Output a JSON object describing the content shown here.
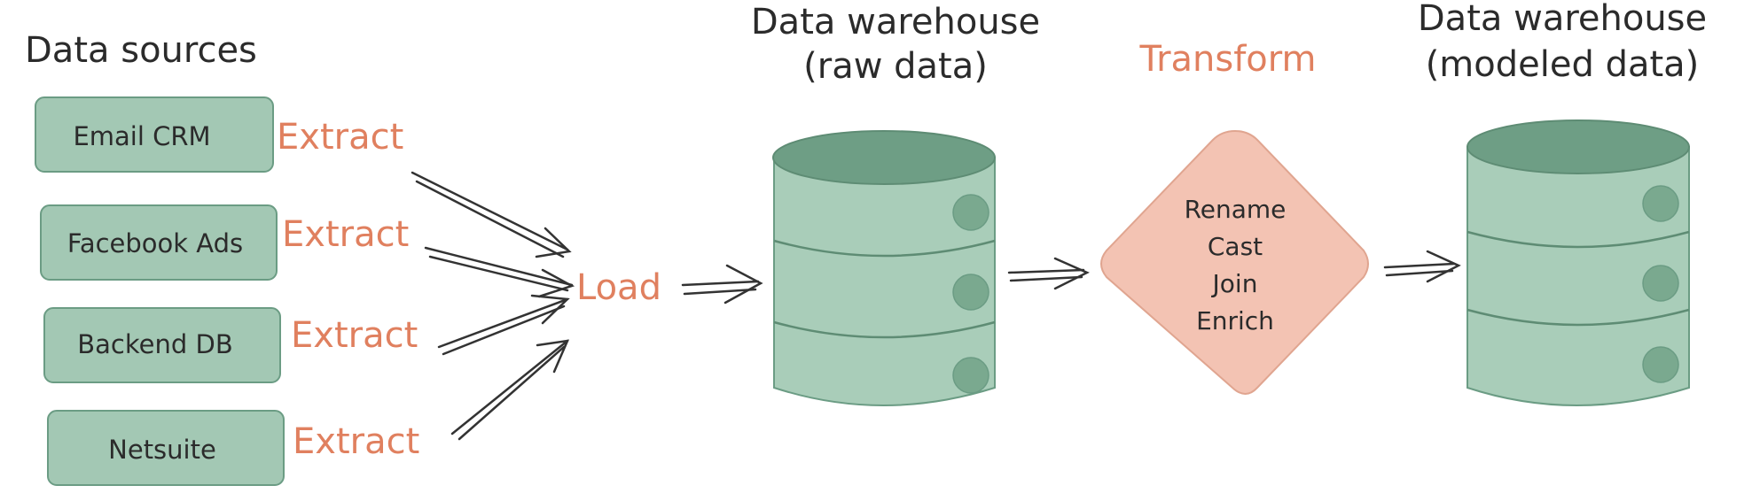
{
  "colors": {
    "box_fill": "#a3c8b4",
    "box_stroke": "#6b9c84",
    "cylinder_body": "#a9cdb9",
    "cylinder_top": "#6e9e85",
    "cylinder_dot": "#7aa98f",
    "accent": "#e0805f",
    "diamond_fill": "#f3c3b3",
    "diamond_stroke": "#e0a590",
    "ink": "#2b2b2b"
  },
  "headings": {
    "sources": "Data sources",
    "raw_line1": "Data warehouse",
    "raw_line2": "(raw data)",
    "modeled_line1": "Data warehouse",
    "modeled_line2": "(modeled data)"
  },
  "sources": [
    {
      "label": "Email CRM",
      "step": "Extract"
    },
    {
      "label": "Facebook Ads",
      "step": "Extract"
    },
    {
      "label": "Backend DB",
      "step": "Extract"
    },
    {
      "label": "Netsuite",
      "step": "Extract"
    }
  ],
  "load_label": "Load",
  "transform": {
    "label": "Transform",
    "operations": [
      "Rename",
      "Cast",
      "Join",
      "Enrich"
    ]
  },
  "icons": {
    "raw_store": "database-icon",
    "modeled_store": "database-icon"
  }
}
